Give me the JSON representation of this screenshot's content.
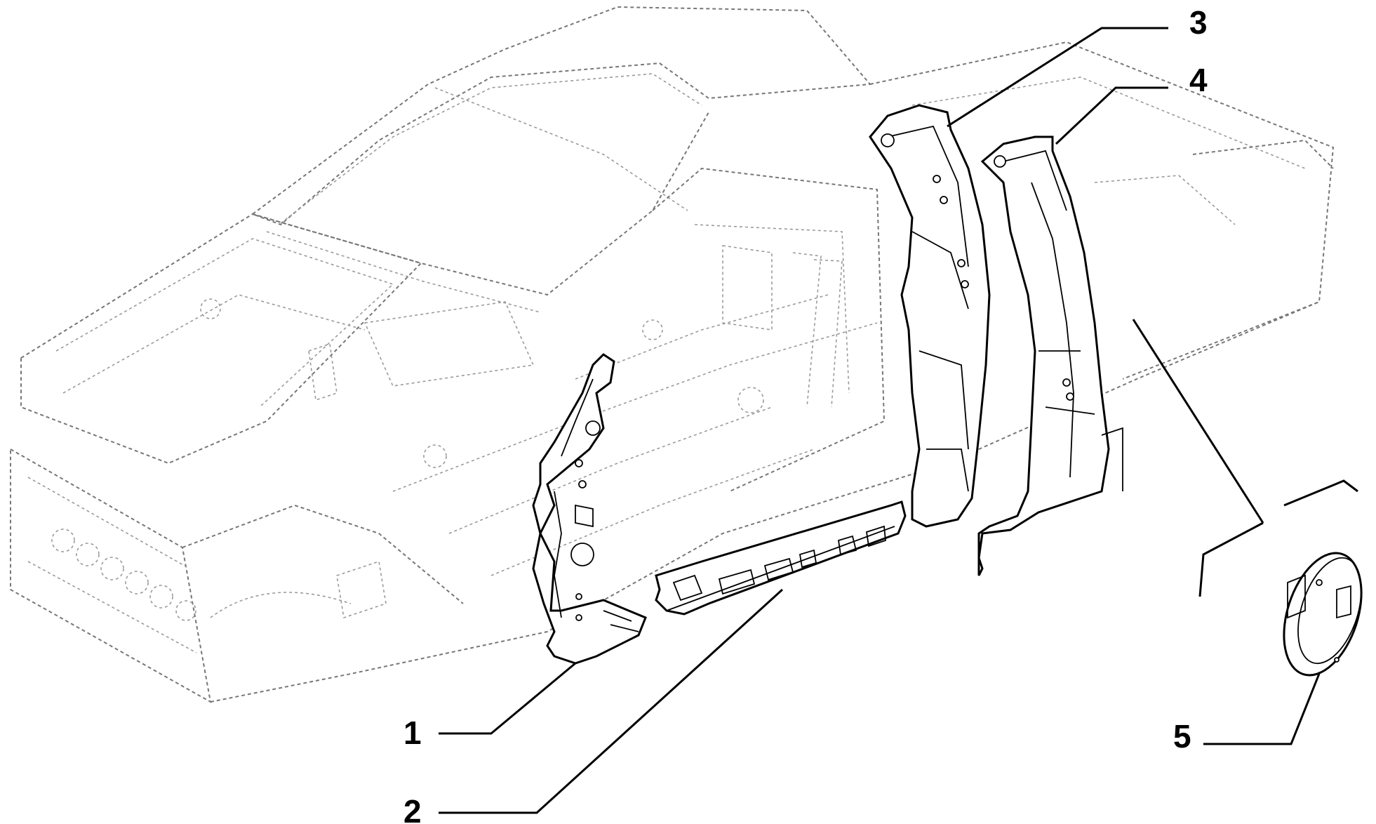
{
  "callouts": [
    {
      "id": "1",
      "label": "1"
    },
    {
      "id": "2",
      "label": "2"
    },
    {
      "id": "3",
      "label": "3"
    },
    {
      "id": "4",
      "label": "4"
    },
    {
      "id": "5",
      "label": "5"
    }
  ],
  "parts": {
    "p1": "a-pillar-reinforcement",
    "p2": "sill-panel",
    "p3": "b-pillar-outer",
    "p4": "b-pillar-inner",
    "p5": "circular-plate"
  }
}
